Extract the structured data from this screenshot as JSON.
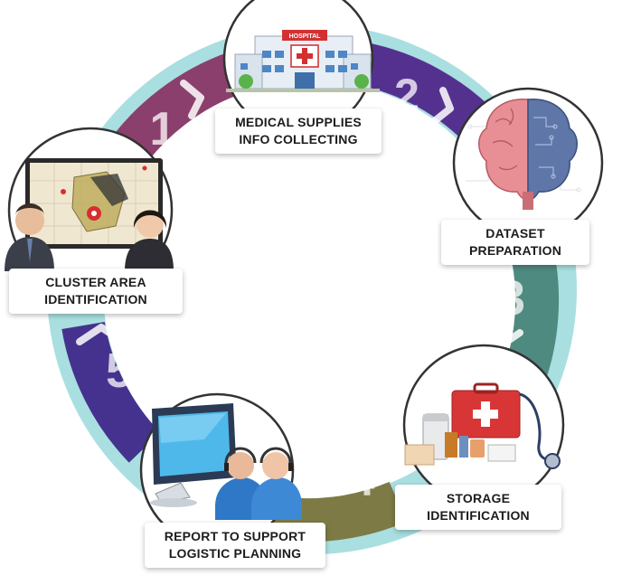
{
  "colors": {
    "ring_outer": "#a9dfe0",
    "segment_1": "#8b3f6c",
    "segment_2": "#55318f",
    "segment_3": "#4f8a80",
    "segment_4": "#7d7a45",
    "segment_5": "#45328e",
    "number_fill": "#ffffff"
  },
  "steps": [
    {
      "number": "1",
      "label_line1": "MEDICAL SUPPLIES",
      "label_line2": "INFO COLLECTING",
      "illustration": "hospital-icon"
    },
    {
      "number": "2",
      "label_line1": "DATASET",
      "label_line2": "PREPARATION",
      "illustration": "brain-icon"
    },
    {
      "number": "3",
      "label_line1": "STORAGE",
      "label_line2": "IDENTIFICATION",
      "illustration": "medical-kit-icon"
    },
    {
      "number": "4",
      "label_line1": "REPORT TO SUPPORT",
      "label_line2": "LOGISTIC PLANNING",
      "illustration": "monitor-operators-icon"
    },
    {
      "number": "5",
      "label_line1": "CLUSTER AREA",
      "label_line2": "IDENTIFICATION",
      "illustration": "map-screen-people-icon"
    }
  ],
  "hospital_sign": "HOSPITAL"
}
